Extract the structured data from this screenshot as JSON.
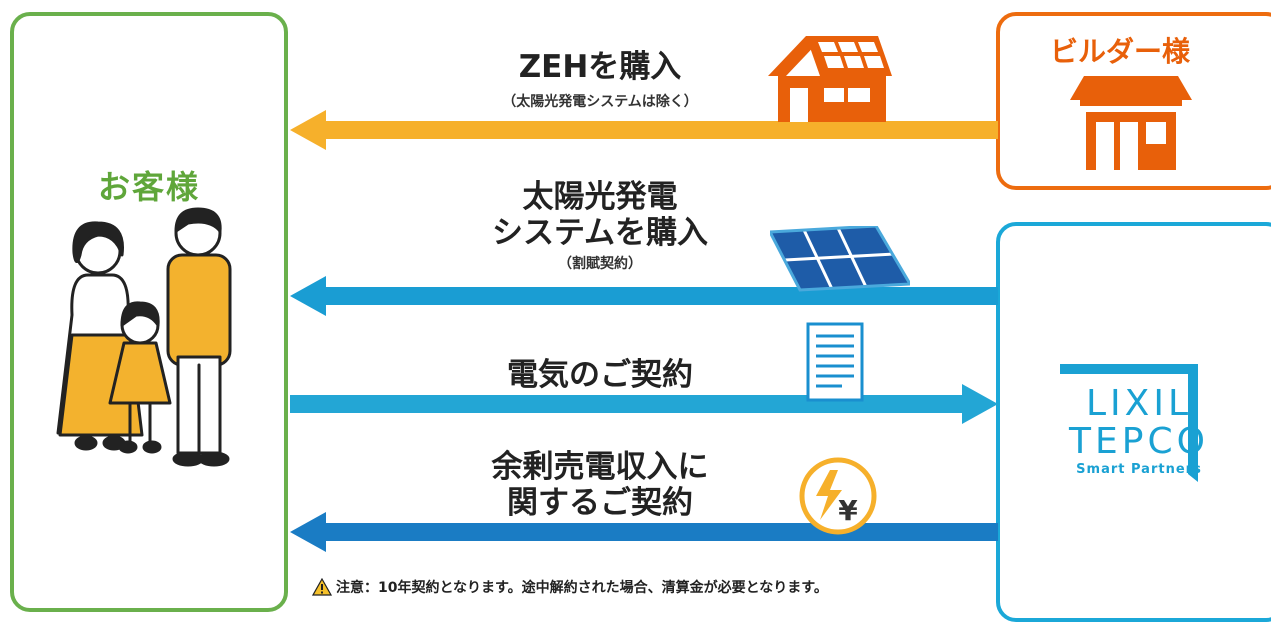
{
  "customer": {
    "label": "お客様"
  },
  "builder": {
    "label": "ビルダー様"
  },
  "partner": {
    "logo_line1": "LIXIL",
    "logo_line2": "TEPCO",
    "logo_line3": "Smart Partners"
  },
  "flows": [
    {
      "title": "ZEHを購入",
      "subtitle": "（太陽光発電システムは除く）",
      "direction": "left",
      "color": "#f6b02b"
    },
    {
      "title_lines": [
        "太陽光発電",
        "システムを購入"
      ],
      "subtitle": "（割賦契約）",
      "direction": "left",
      "color": "#1a9dd3"
    },
    {
      "title": "電気のご契約",
      "direction": "right",
      "color": "#23a6d5"
    },
    {
      "title_lines": [
        "余剰売電収入に",
        "関するご契約"
      ],
      "direction": "left",
      "color": "#1a7cc4"
    }
  ],
  "icons": {
    "house": "house-icon",
    "solar_panel": "solar-panel-icon",
    "document": "document-icon",
    "power_yen": "lightning-yen-icon",
    "store": "store-icon",
    "warning": "warning-icon"
  },
  "note": {
    "text": "注意：10年契約となります。途中解約された場合、清算金が必要となります。"
  }
}
